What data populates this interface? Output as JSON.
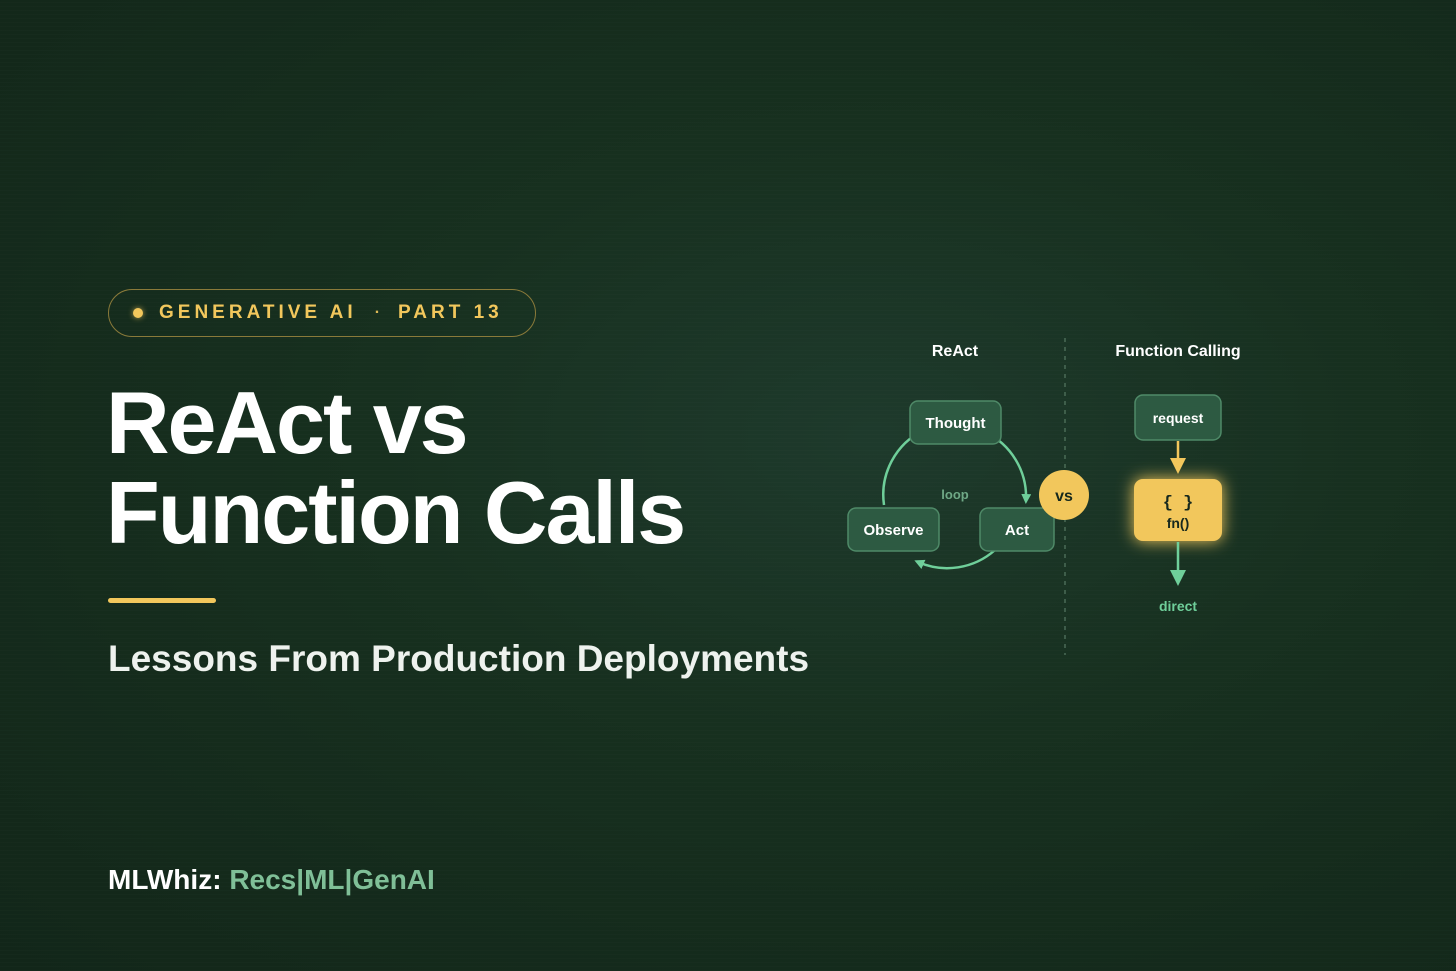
{
  "badge": {
    "category": "GENERATIVE AI",
    "separator": "·",
    "part": "PART 13"
  },
  "title": {
    "line1": "ReAct vs",
    "line2": "Function Calls"
  },
  "subtitle": "Lessons From Production Deployments",
  "brand": {
    "name": "MLWhiz:",
    "tags": "Recs|ML|GenAI"
  },
  "diagram": {
    "react": {
      "heading": "ReAct",
      "nodes": [
        "Thought",
        "Act",
        "Observe"
      ],
      "center_label": "loop"
    },
    "vs_label": "vs",
    "function_calling": {
      "heading": "Function Calling",
      "request": "request",
      "fn_symbol": "{ }",
      "fn_label": "fn()",
      "output": "direct"
    }
  },
  "colors": {
    "accent_yellow": "#f2c75c",
    "node_fill": "#2d5a42",
    "node_stroke": "#4f8a68",
    "arrow_green": "#6fcf9a",
    "muted_green": "#7fbf97"
  }
}
